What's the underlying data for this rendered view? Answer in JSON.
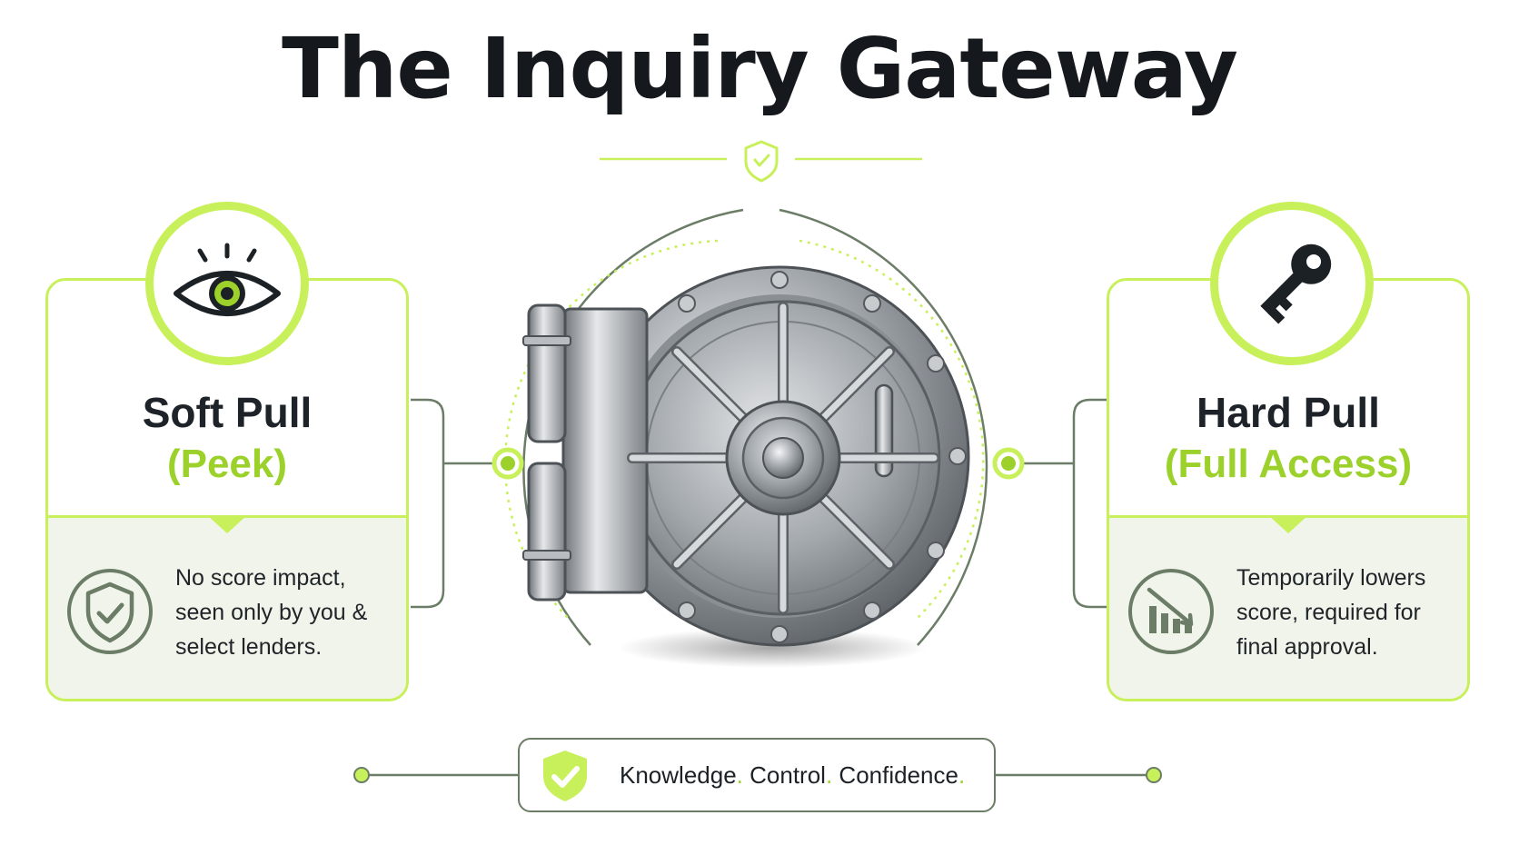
{
  "title": "The Inquiry Gateway",
  "colors": {
    "accent": "#c8f05a",
    "accent_text": "#9bd12a",
    "connector": "#6b7d66",
    "text": "#1c2126",
    "panel": "#f1f4ea"
  },
  "divider_icon": "shield-check-icon",
  "center_icon": "vault-door-icon",
  "soft_pull": {
    "icon": "eye-icon",
    "title": "Soft Pull",
    "subtitle": "(Peek)",
    "desc_icon": "shield-check-icon",
    "desc_lines": [
      "No score impact,",
      "seen only by you &",
      "select lenders."
    ]
  },
  "hard_pull": {
    "icon": "key-icon",
    "title": "Hard Pull",
    "subtitle": "(Full Access)",
    "desc_icon": "chart-down-icon",
    "desc_lines": [
      "Temporarily lowers",
      "score, required for",
      "final approval."
    ]
  },
  "footer": {
    "icon": "shield-check-icon",
    "words": [
      "Knowledge",
      "Control",
      "Confidence"
    ],
    "separator": "."
  }
}
